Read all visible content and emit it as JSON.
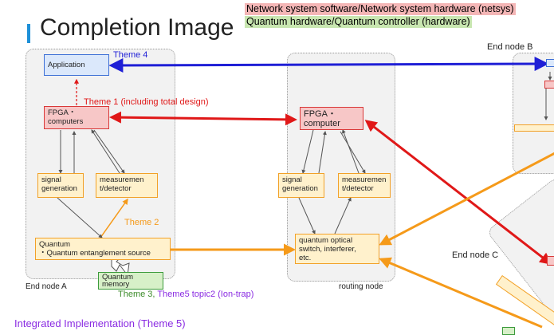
{
  "title": "Completion Image",
  "legend": {
    "netsys": "Network system software/Network system hardware (netsys)",
    "hardware": "Quantum hardware/Quantum controller (hardware)"
  },
  "nodes": {
    "end_node_a": "End node A",
    "end_node_b": "End node B",
    "end_node_c": "End node C",
    "routing_node": "routing node"
  },
  "boxes": {
    "application": "Application",
    "fpga_a_line1": "FPGA・",
    "fpga_a_line2": "computers",
    "signal_gen_a_line1": "signal",
    "signal_gen_a_line2": "generation",
    "measure_a_line1": "measuremen",
    "measure_a_line2": "t/detector",
    "quantum_a_line1": "Quantum",
    "quantum_a_line2": "・Quantum entanglement source",
    "quantum_memory_line1": "Quantum",
    "quantum_memory_line2": "memory",
    "fpga_r_line1": "FPGA・",
    "fpga_r_line2": "computer",
    "signal_gen_r_line1": "signal",
    "signal_gen_r_line2": "generation",
    "measure_r_line1": "measuremen",
    "measure_r_line2": "t/detector",
    "optical_line1": "quantum optical",
    "optical_line2": "switch, interferer,",
    "optical_line3": "etc."
  },
  "themes": {
    "theme4": "Theme 4",
    "theme1": "Theme 1 (including total design)",
    "theme2": "Theme 2",
    "theme3": "Theme 3, ",
    "theme5_topic2": "Theme5 topic2 (Ion-trap)"
  },
  "footer": "Integrated Implementation (Theme 5)",
  "colors": {
    "blue": "#1f1fd6",
    "red": "#e01818",
    "orange": "#f59a1a",
    "green": "#3c8c2a",
    "purple": "#8a2be2",
    "title_accent": "#1e90d8"
  }
}
